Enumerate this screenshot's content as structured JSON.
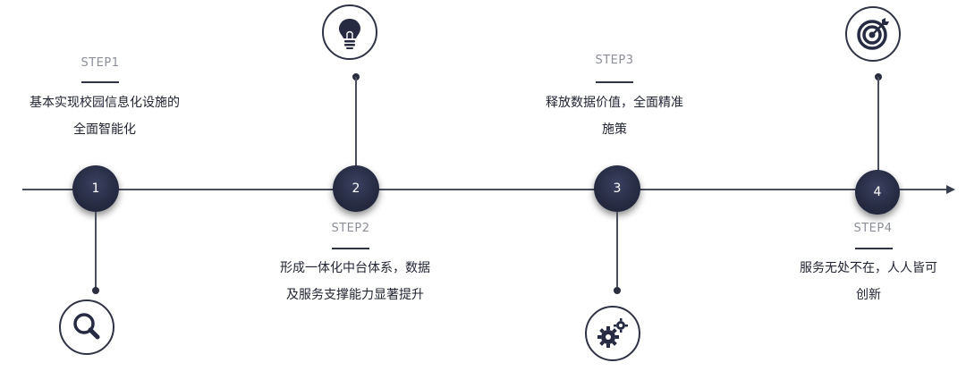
{
  "steps": [
    {
      "label": "STEP1",
      "number": "1",
      "desc_line1": "基本实现校园信息化设施的",
      "desc_line2": "全面智能化",
      "icon": "magnifier-icon"
    },
    {
      "label": "STEP2",
      "number": "2",
      "desc_line1": "形成一体化中台体系，数据",
      "desc_line2": "及服务支撑能力显著提升",
      "icon": "lightbulb-icon"
    },
    {
      "label": "STEP3",
      "number": "3",
      "desc_line1": "释放数据价值，全面精准",
      "desc_line2": "施策",
      "icon": "gears-icon"
    },
    {
      "label": "STEP4",
      "number": "4",
      "desc_line1": "服务无处不在，人人皆可",
      "desc_line2": "创新",
      "icon": "target-icon"
    }
  ],
  "colors": {
    "node": "#262b42",
    "line": "#4a4f60",
    "label": "#8c8f98",
    "text": "#1f2230"
  }
}
